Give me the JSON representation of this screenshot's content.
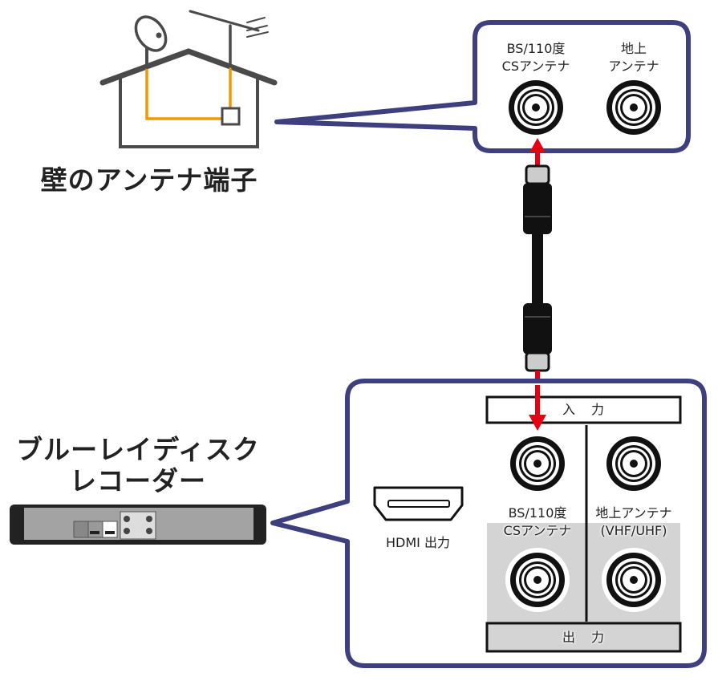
{
  "wall_terminal": {
    "title": "壁のアンテナ端子",
    "ports": [
      {
        "line1": "BS/110度",
        "line2": "CSアンテナ"
      },
      {
        "line1": "地上",
        "line2": "アンテナ"
      }
    ]
  },
  "recorder": {
    "title_line1": "ブルーレイディスク",
    "title_line2": "レコーダー",
    "input_label": "入　力",
    "output_label": "出　力",
    "hdmi_label": "HDMI 出力",
    "ports": [
      {
        "line1": "BS/110度",
        "line2": "CSアンテナ"
      },
      {
        "line1": "地上アンテナ",
        "line2": "(VHF/UHF)"
      }
    ]
  },
  "colors": {
    "callout_border": "#3d3f7f",
    "arrow": "#e60012",
    "wire": "#f39800",
    "house": "#4a4a4a",
    "output_area": "#d4d4d4"
  }
}
